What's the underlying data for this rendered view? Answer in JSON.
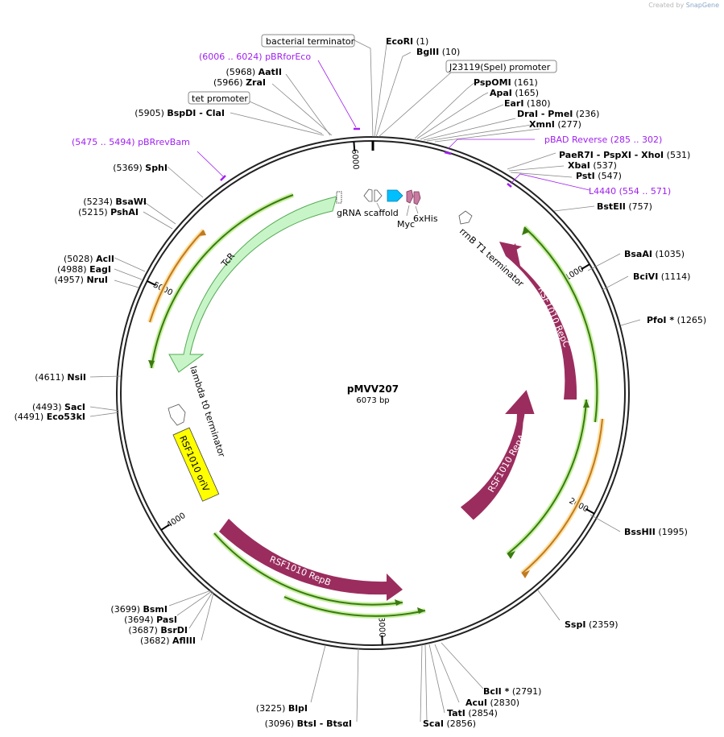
{
  "credit": {
    "prefix": "Created by",
    "brand": "SnapGene"
  },
  "plasmid": {
    "name": "pMVV207",
    "size": "6073 bp"
  },
  "ticks": [
    "1000",
    "2000",
    "3000",
    "4000",
    "5000",
    "6000"
  ],
  "sites_right": [
    {
      "name": "EcoRI",
      "pos": "(1)"
    },
    {
      "name": "BglII",
      "pos": "(10)"
    },
    {
      "name": "PspOMI",
      "pos": "(161)"
    },
    {
      "name": "ApaI",
      "pos": "(165)"
    },
    {
      "name": "EarI",
      "pos": "(180)"
    },
    {
      "name": "DraI - PmeI",
      "pos": "(236)"
    },
    {
      "name": "XmnI",
      "pos": "(277)"
    },
    {
      "name": "PaeR7I - PspXI - XhoI",
      "pos": "(531)"
    },
    {
      "name": "XbaI",
      "pos": "(537)"
    },
    {
      "name": "PstI",
      "pos": "(547)"
    },
    {
      "name": "BstEII",
      "pos": "(757)"
    },
    {
      "name": "BsaAI",
      "pos": "(1035)"
    },
    {
      "name": "BciVI",
      "pos": "(1114)"
    },
    {
      "name": "PfoI *",
      "pos": "(1265)"
    },
    {
      "name": "BssHII",
      "pos": "(1995)"
    },
    {
      "name": "SspI",
      "pos": "(2359)"
    },
    {
      "name": "BclI *",
      "pos": "(2791)"
    },
    {
      "name": "AcuI",
      "pos": "(2830)"
    },
    {
      "name": "TatI",
      "pos": "(2854)"
    },
    {
      "name": "ScaI",
      "pos": "(2856)"
    }
  ],
  "sites_left": [
    {
      "name": "AatII",
      "pos": "(5968)"
    },
    {
      "name": "ZraI",
      "pos": "(5966)"
    },
    {
      "name": "BspDI - ClaI",
      "pos": "(5905)"
    },
    {
      "name": "SphI",
      "pos": "(5369)"
    },
    {
      "name": "BsaWI",
      "pos": "(5234)"
    },
    {
      "name": "PshAI",
      "pos": "(5215)"
    },
    {
      "name": "AclI",
      "pos": "(5028)"
    },
    {
      "name": "EagI",
      "pos": "(4988)"
    },
    {
      "name": "NruI",
      "pos": "(4957)"
    },
    {
      "name": "NsiI",
      "pos": "(4611)"
    },
    {
      "name": "SacI",
      "pos": "(4493)"
    },
    {
      "name": "Eco53kI",
      "pos": "(4491)"
    },
    {
      "name": "BsmI",
      "pos": "(3699)"
    },
    {
      "name": "PasI",
      "pos": "(3694)"
    },
    {
      "name": "BsrDI",
      "pos": "(3687)"
    },
    {
      "name": "AflIII",
      "pos": "(3682)"
    },
    {
      "name": "BlpI",
      "pos": "(3225)"
    },
    {
      "name": "BtsI - BtsαI",
      "pos": "(3096)"
    }
  ],
  "primers": [
    {
      "name": "pBRforEco",
      "range": "(6006 .. 6024)"
    },
    {
      "name": "pBAD Reverse",
      "range": "(285 .. 302)"
    },
    {
      "name": "pBRrevBam",
      "range": "(5475 .. 5494)"
    },
    {
      "name": "L4440",
      "range": "(554 .. 571)"
    }
  ],
  "boxed_labels": [
    "bacterial terminator",
    "J23119(SpeI) promoter",
    "tet promoter"
  ],
  "features": {
    "grna": "gRNA scaffold",
    "his": "6xHis",
    "myc": "Myc",
    "rrnb": "rrnB T1 terminator",
    "lambda": "lambda t0 terminator",
    "tcr": "TcR",
    "repc": "RSF1010 RepC",
    "repa": "RSF1010 RepA",
    "repb": "RSF1010 RepB",
    "oriv": "RSF1010 oriV"
  },
  "colors": {
    "rep": "#9b2d5e",
    "tcr": "#c8f5c8",
    "oriv": "#ffff00",
    "myc_tag": "#00bfff",
    "his_tag": "#c87aa0",
    "primer": "#a020f0",
    "orf_green": "#3a7a10",
    "orf_orange": "#f0a040"
  }
}
